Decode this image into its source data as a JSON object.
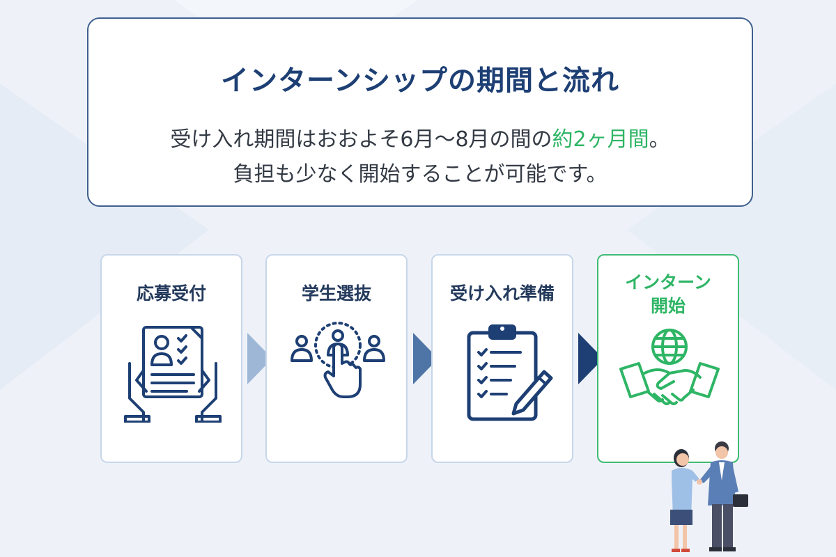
{
  "info": {
    "title": "インターンシップの期間と流れ",
    "line1_before": "受け入れ期間はおおよそ6月〜8月の間の",
    "line1_accent": "約2ヶ月間",
    "line1_after": "。",
    "line2": "負担も少なく開始することが可能です。"
  },
  "steps": [
    {
      "label": "応募受付",
      "icon": "application-form-icon"
    },
    {
      "label": "学生選抜",
      "icon": "candidate-selection-icon"
    },
    {
      "label": "受け入れ準備",
      "icon": "clipboard-checklist-icon"
    },
    {
      "label": "インターン\n開始",
      "icon": "global-handshake-icon"
    }
  ],
  "colors": {
    "navy": "#1d3f74",
    "accent_green": "#2eb565",
    "arrow_light": "#9fb7d6",
    "arrow_mid": "#4f74a6",
    "arrow_dark": "#1d3f74"
  }
}
